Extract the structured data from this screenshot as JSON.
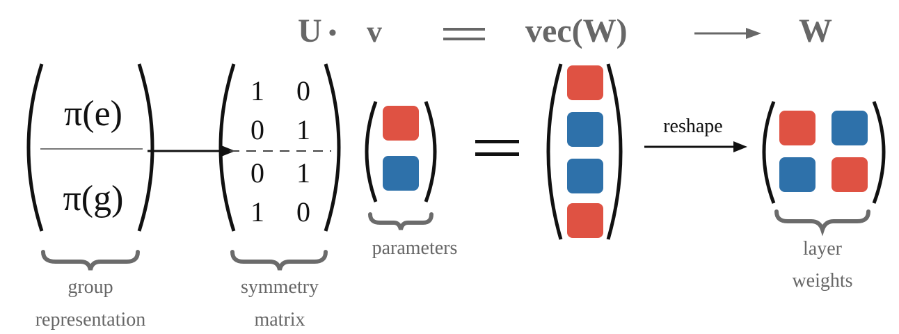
{
  "header": {
    "u_symbol": "U",
    "dot_symbol": "•",
    "v_symbol": "v",
    "vec_symbol": "vec(W)",
    "w_symbol": "W"
  },
  "group_rep": {
    "top": "π(e)",
    "bottom": "π(g)",
    "caption_line1": "group",
    "caption_line2": "representation"
  },
  "symmetry": {
    "rows": [
      [
        "1",
        "0"
      ],
      [
        "0",
        "1"
      ],
      [
        "0",
        "1"
      ],
      [
        "1",
        "0"
      ]
    ],
    "caption_line1": "symmetry",
    "caption_line2": "matrix"
  },
  "params": {
    "caption": "parameters"
  },
  "arrow_label": "reshape",
  "layer": {
    "caption_line1": "layer",
    "caption_line2": "weights"
  },
  "colors": {
    "red": "#df5243",
    "blue": "#2e71aa",
    "gray_text": "#676767",
    "brace": "#6b6b6b",
    "ink": "#111111"
  },
  "param_cells": [
    "red",
    "blue"
  ],
  "vec_cells": [
    "red",
    "blue",
    "blue",
    "red"
  ],
  "weight_cells": [
    [
      "red",
      "blue"
    ],
    [
      "blue",
      "red"
    ]
  ]
}
